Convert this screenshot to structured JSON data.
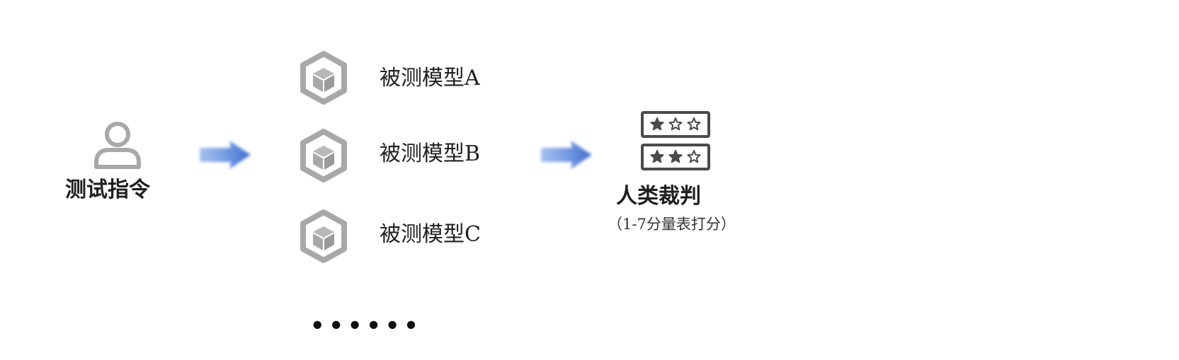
{
  "diagram": {
    "input": {
      "icon": "person-icon",
      "label": "测试指令"
    },
    "models": [
      {
        "icon": "cube-icon",
        "label": "被测模型A"
      },
      {
        "icon": "cube-icon",
        "label": "被测模型B"
      },
      {
        "icon": "cube-icon",
        "label": "被测模型C"
      }
    ],
    "ellipsis": "••••••",
    "judge": {
      "icon": "rating-card-icon",
      "label": "人类裁判",
      "scale_note": "（1-7分量表打分）",
      "rows": [
        {
          "filled_stars": 1,
          "total_stars": 3
        },
        {
          "filled_stars": 2,
          "total_stars": 3
        }
      ]
    },
    "colors": {
      "arrow": "#5b8de0",
      "icon_gray": "#a8a8a8",
      "icon_dark": "#4a4a4a"
    }
  }
}
